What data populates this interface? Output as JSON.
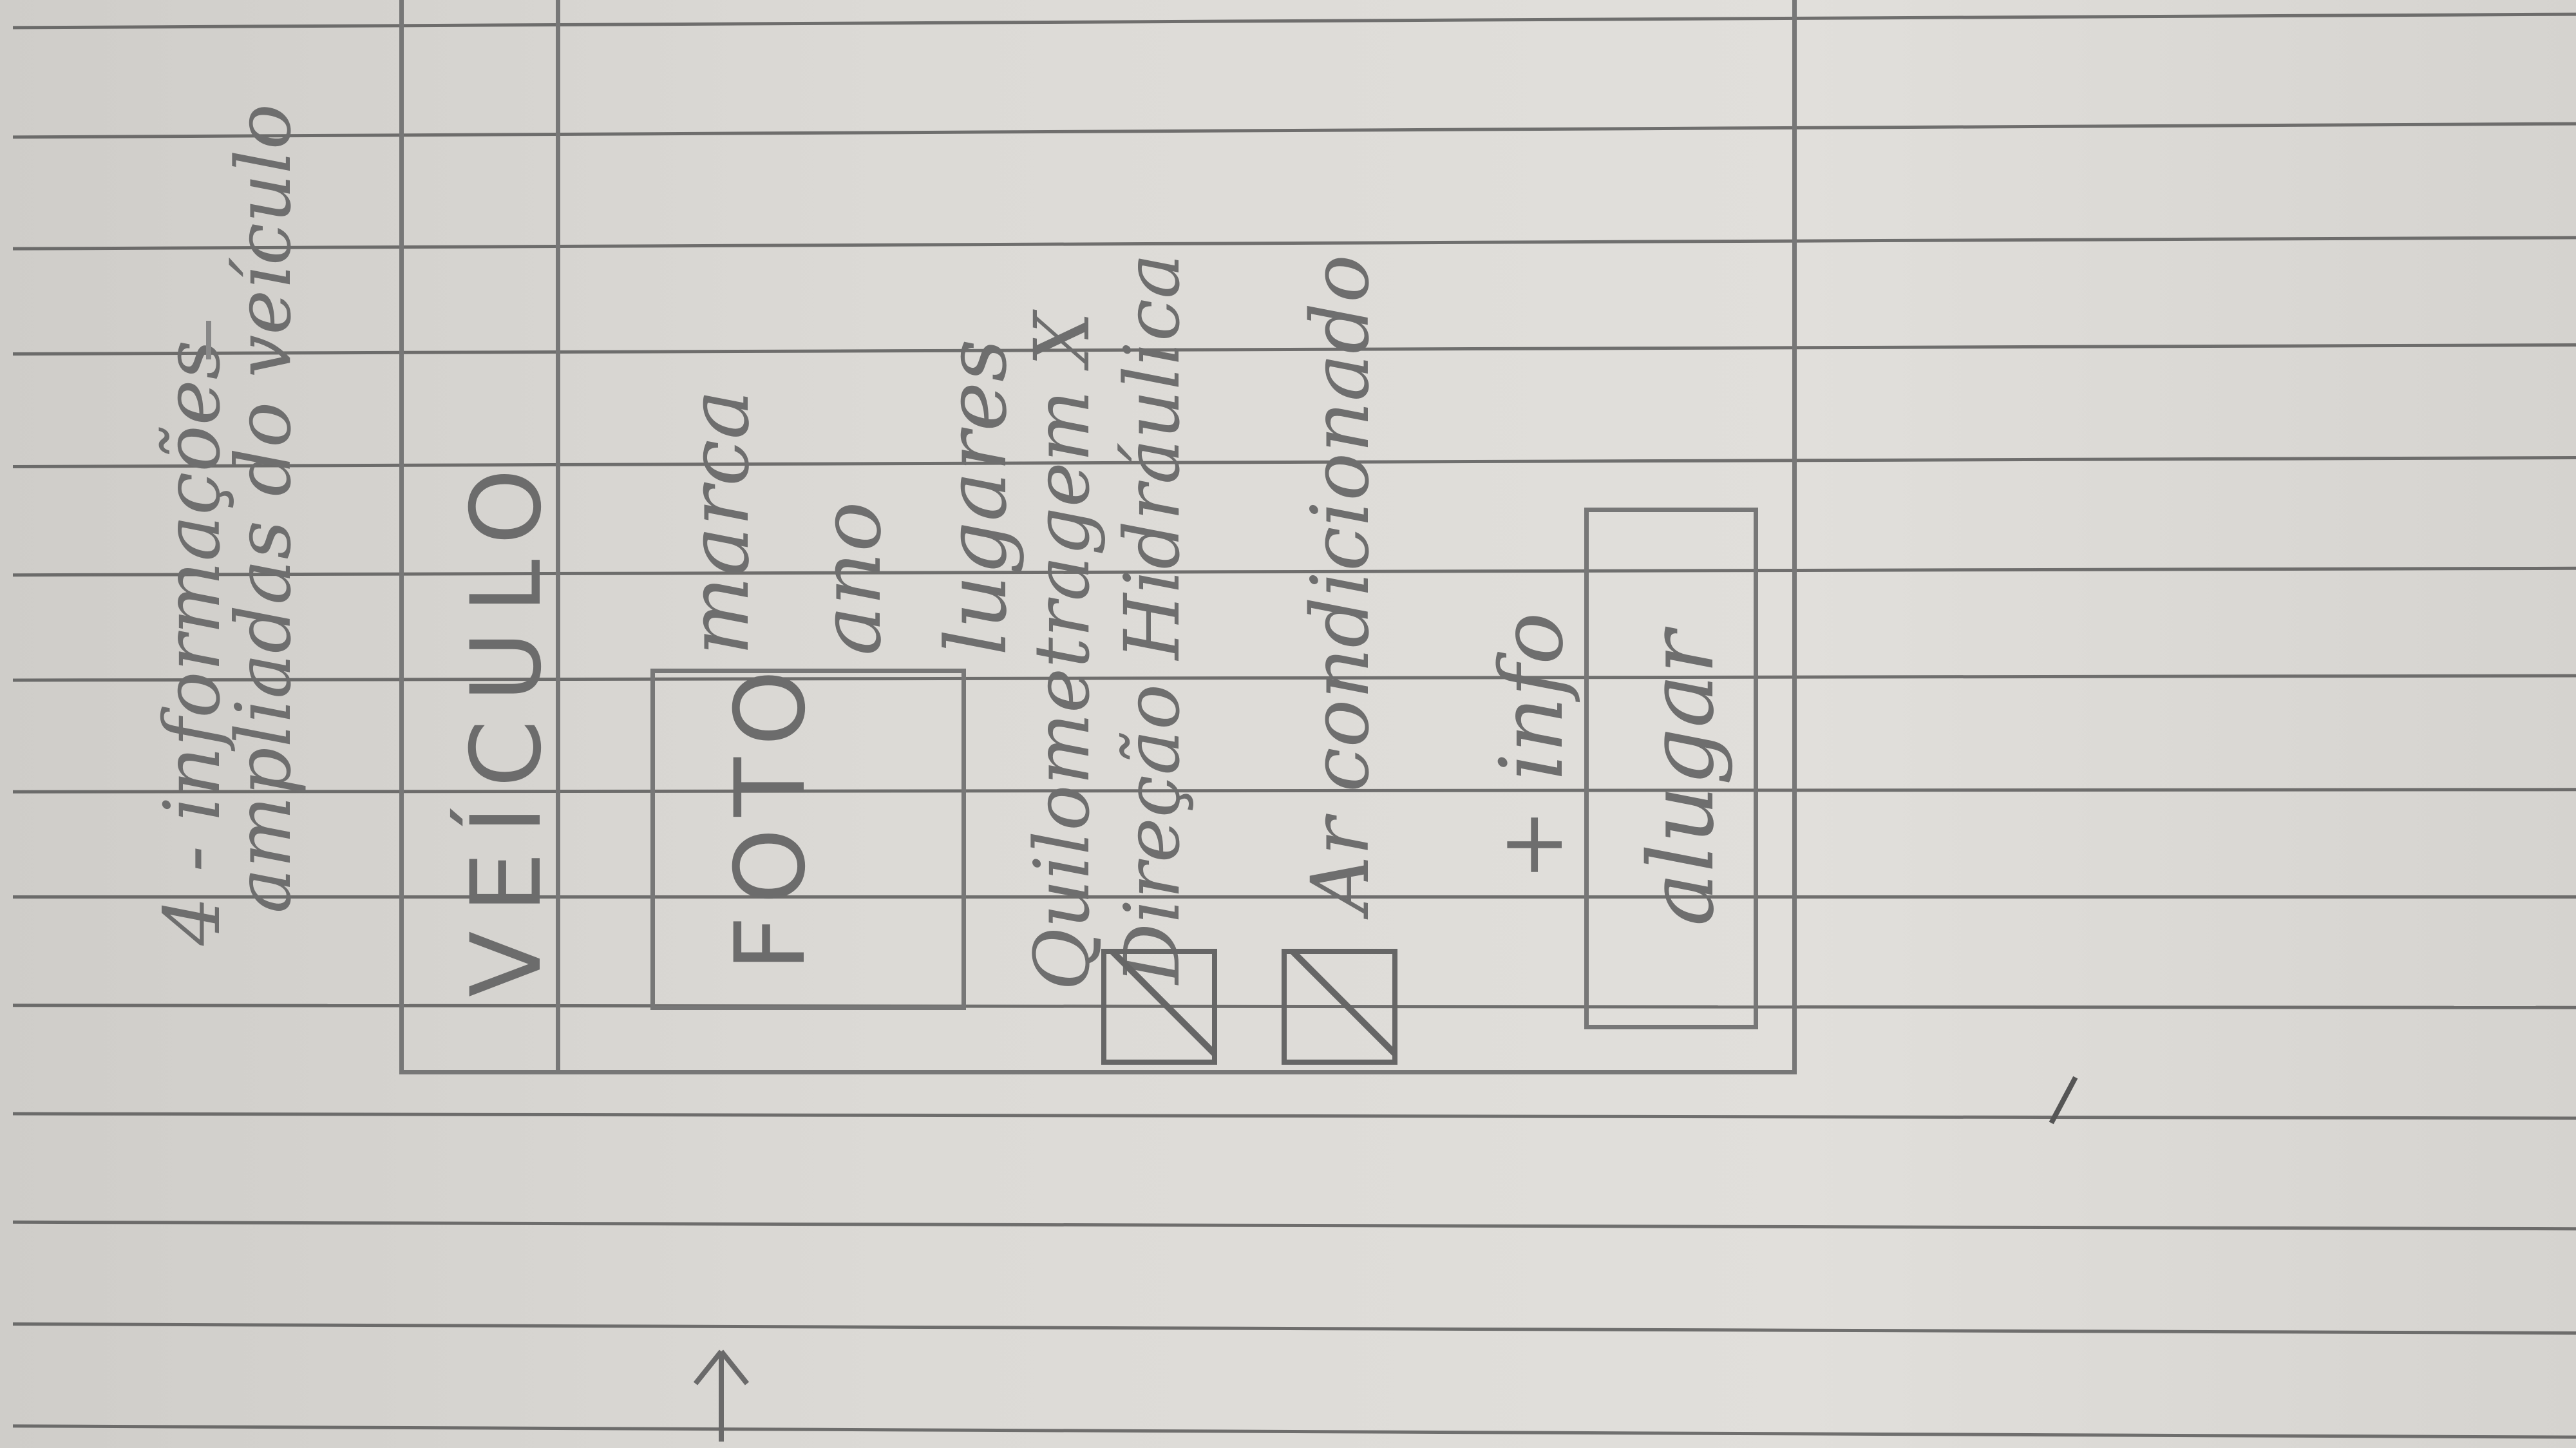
{
  "header": {
    "title": "4 - informações",
    "subtitle": "ampliadas do veículo"
  },
  "vehicle_card": {
    "header_label": "VEÍCULO",
    "photo_label": "FOTO",
    "info_lines": [
      "marca",
      "ano",
      "lugares"
    ],
    "features": [
      "Quilometragem X",
      "Direção Hidráulica",
      "Ar condicionado"
    ],
    "checkboxes": [
      {
        "label": "Direção Hidráulica",
        "checked": true
      },
      {
        "label": "Ar condicionado",
        "checked": true
      }
    ],
    "more_info": "+ info",
    "rent_button": "alugar"
  },
  "colors": {
    "paper": "#dcdad6",
    "rule_lines": "#4a4a4a",
    "pencil": "#6f6f6f"
  }
}
